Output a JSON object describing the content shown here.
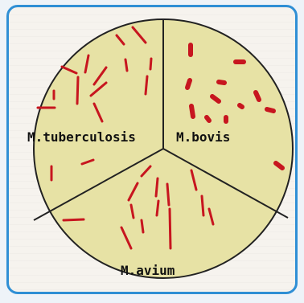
{
  "diagram": {
    "labels": {
      "tuberculosis": "M.tuberculosis",
      "bovis": "M.bovis",
      "avium": "M.avium"
    },
    "colors": {
      "frame": "#2f8fd5",
      "disc_fill": "#e7e2a5",
      "disc_stroke": "#222222",
      "bacteria": "#c7161f"
    }
  }
}
